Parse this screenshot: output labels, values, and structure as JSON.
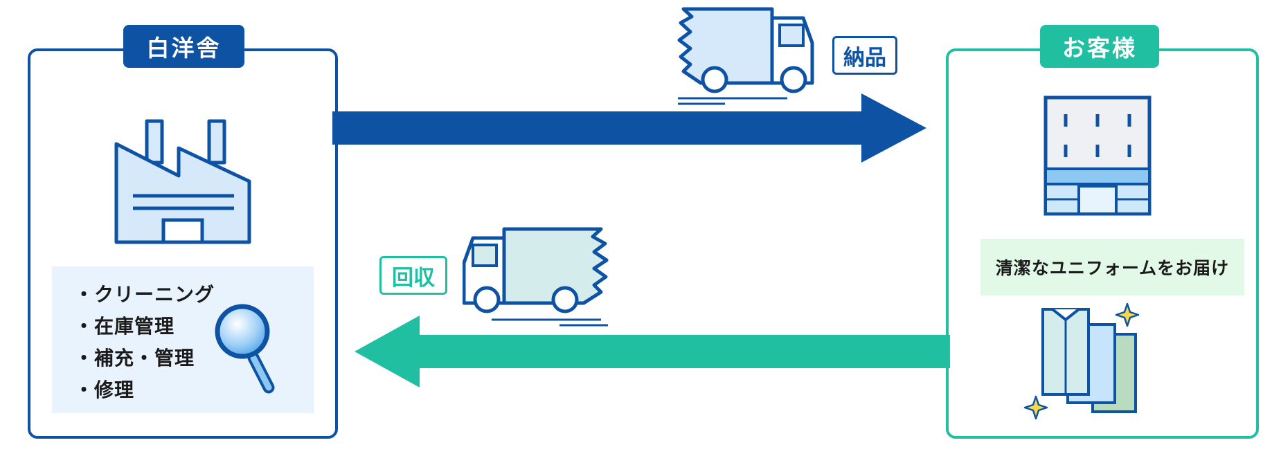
{
  "provider": {
    "label": "白洋舎",
    "services": [
      "クリーニング",
      "在庫管理",
      "補充・管理",
      "修理"
    ]
  },
  "customer": {
    "label": "お客様",
    "caption": "清潔なユニフォームをお届け"
  },
  "delivery": {
    "label": "納品"
  },
  "collection": {
    "label": "回収"
  },
  "colors": {
    "navy": "#0d52a3",
    "teal": "#20bfa2",
    "light_blue": "#d6e9fb",
    "caption_bg": "#e2f9e8"
  }
}
